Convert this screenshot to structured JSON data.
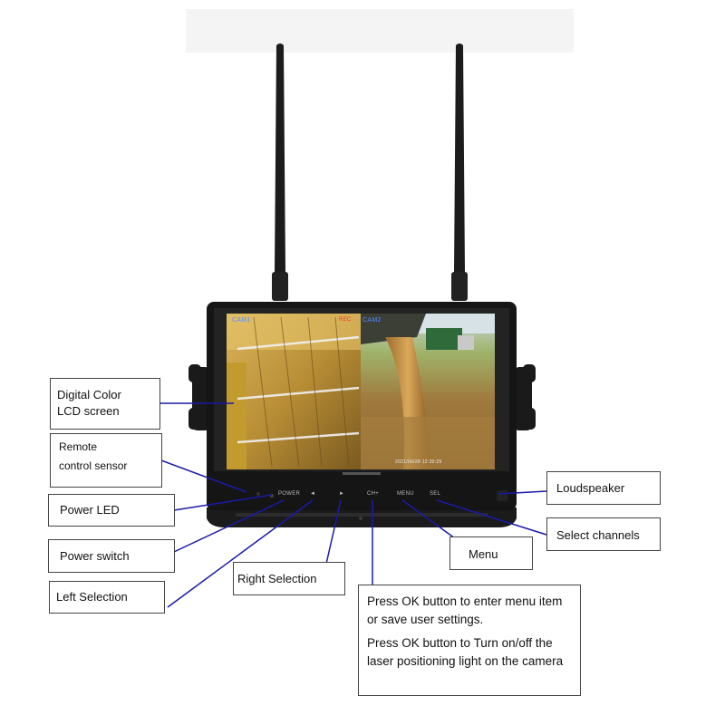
{
  "monitor": {
    "cam1_label": "CAM1",
    "cam2_label": "CAM2",
    "rec_label": "REC",
    "timestamp": "2021/06/28 12:30:25",
    "buttons": {
      "power": "POWER",
      "left": "◄",
      "right": "►",
      "ch": "CH+",
      "menu": "MENU",
      "sel": "SEL"
    }
  },
  "callouts": {
    "lcd_screen": [
      "Digital Color",
      "LCD screen"
    ],
    "remote_sensor": [
      "Remote",
      "control sensor"
    ],
    "power_led": "Power LED",
    "power_switch": "Power switch",
    "left_selection": "Left Selection",
    "right_selection": "Right Selection",
    "loudspeaker": "Loudspeaker",
    "select_channels": "Select channels",
    "menu": "Menu",
    "ok_info": [
      "Press OK button to enter menu item or save user settings.",
      "Press OK button to Turn on/off the laser positioning light on the camera"
    ]
  },
  "colors": {
    "leader": "#1a1aa8",
    "bezel": "#161616",
    "screen_edge": "#2a2a2a"
  }
}
